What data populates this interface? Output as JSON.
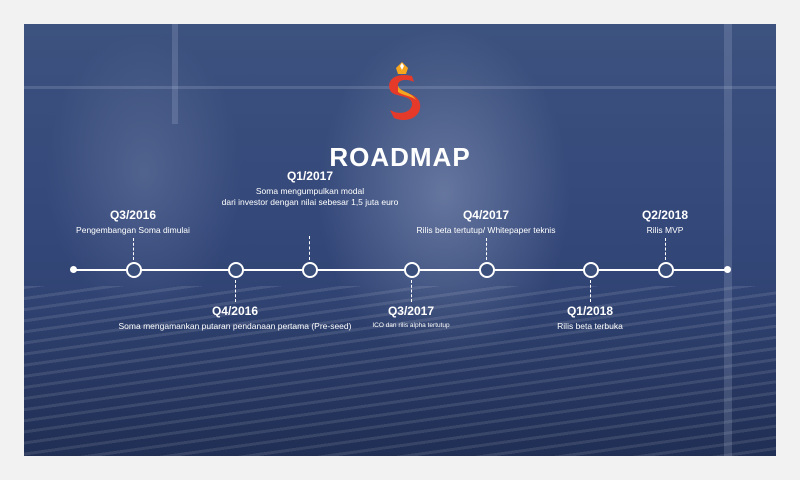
{
  "title": "ROADMAP",
  "colors": {
    "background": "#34487a",
    "text": "#ffffff",
    "logo_red": "#e53a2a",
    "logo_orange": "#f5a51e"
  },
  "milestones": [
    {
      "quarter": "Q3/2016",
      "desc1": "Pengembangan Soma dimulai",
      "desc2": ""
    },
    {
      "quarter": "Q4/2016",
      "desc1": "Soma mengamankan putaran pendanaan pertama (Pre-seed)",
      "desc2": ""
    },
    {
      "quarter": "Q1/2017",
      "desc1": "Soma mengumpulkan modal",
      "desc2": "dari investor dengan nilai sebesar 1,5 juta euro"
    },
    {
      "quarter": "Q3/2017",
      "desc1": "ICO dan rilis alpha tertutup",
      "desc2": ""
    },
    {
      "quarter": "Q4/2017",
      "desc1": "Rilis beta tertutup/ Whitepaper  teknis",
      "desc2": ""
    },
    {
      "quarter": "Q1/2018",
      "desc1": "Rilis beta terbuka",
      "desc2": ""
    },
    {
      "quarter": "Q2/2018",
      "desc1": "Rilis MVP",
      "desc2": ""
    }
  ]
}
